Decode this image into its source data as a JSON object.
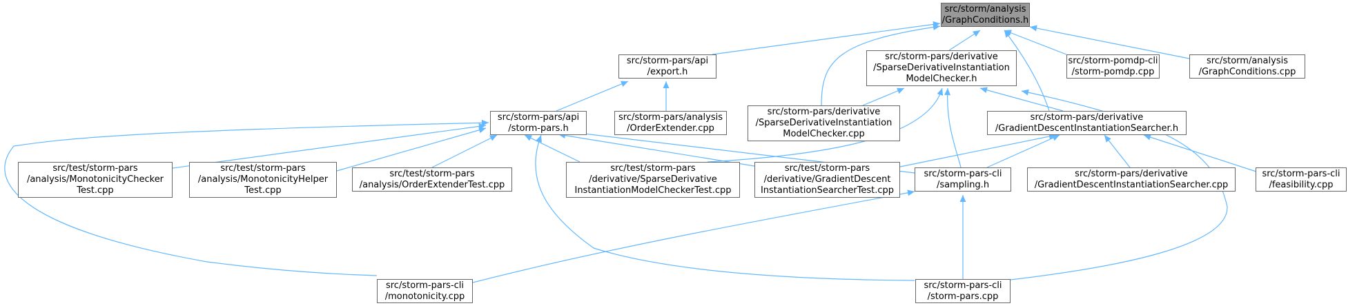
{
  "colors": {
    "edge": "#63b8ff",
    "node_border": "#666666",
    "root_fill": "#999999",
    "node_fill": "#ffffff"
  },
  "nodes": {
    "graphconditions_h": {
      "lines": [
        "src/storm/analysis",
        "/GraphConditions.h"
      ]
    },
    "api_export_h": {
      "lines": [
        "src/storm-pars/api",
        "/export.h"
      ]
    },
    "sparse_deriv_h": {
      "lines": [
        "src/storm-pars/derivative",
        "/SparseDerivativeInstantiation",
        "ModelChecker.h"
      ]
    },
    "pomdp_cli_cpp": {
      "lines": [
        "src/storm-pomdp-cli",
        "/storm-pomdp.cpp"
      ]
    },
    "graphconditions_cpp": {
      "lines": [
        "src/storm/analysis",
        "/GraphConditions.cpp"
      ]
    },
    "storm_pars_h": {
      "lines": [
        "src/storm-pars/api",
        "/storm-pars.h"
      ]
    },
    "order_extender_cpp": {
      "lines": [
        "src/storm-pars/analysis",
        "/OrderExtender.cpp"
      ]
    },
    "sparse_deriv_cpp": {
      "lines": [
        "src/storm-pars/derivative",
        "/SparseDerivativeInstantiation",
        "ModelChecker.cpp"
      ]
    },
    "gradient_h": {
      "lines": [
        "src/storm-pars/derivative",
        "/GradientDescentInstantiationSearcher.h"
      ]
    },
    "mono_checker_test": {
      "lines": [
        "src/test/storm-pars",
        "/analysis/MonotonicityChecker",
        "Test.cpp"
      ]
    },
    "mono_helper_test": {
      "lines": [
        "src/test/storm-pars",
        "/analysis/MonotonicityHelper",
        "Test.cpp"
      ]
    },
    "order_extender_test": {
      "lines": [
        "src/test/storm-pars",
        "/analysis/OrderExtenderTest.cpp"
      ]
    },
    "sparse_deriv_test": {
      "lines": [
        "src/test/storm-pars",
        "/derivative/SparseDerivative",
        "InstantiationModelCheckerTest.cpp"
      ]
    },
    "gradient_test": {
      "lines": [
        "src/test/storm-pars",
        "/derivative/GradientDescent",
        "InstantiationSearcherTest.cpp"
      ]
    },
    "sampling_h": {
      "lines": [
        "src/storm-pars-cli",
        "/sampling.h"
      ]
    },
    "gradient_cpp": {
      "lines": [
        "src/storm-pars/derivative",
        "/GradientDescentInstantiationSearcher.cpp"
      ]
    },
    "feasibility_cpp": {
      "lines": [
        "src/storm-pars-cli",
        "/feasibility.cpp"
      ]
    },
    "monotonicity_cpp": {
      "lines": [
        "src/storm-pars-cli",
        "/monotonicity.cpp"
      ]
    },
    "storm_pars_cpp": {
      "lines": [
        "src/storm-pars-cli",
        "/storm-pars.cpp"
      ]
    }
  }
}
